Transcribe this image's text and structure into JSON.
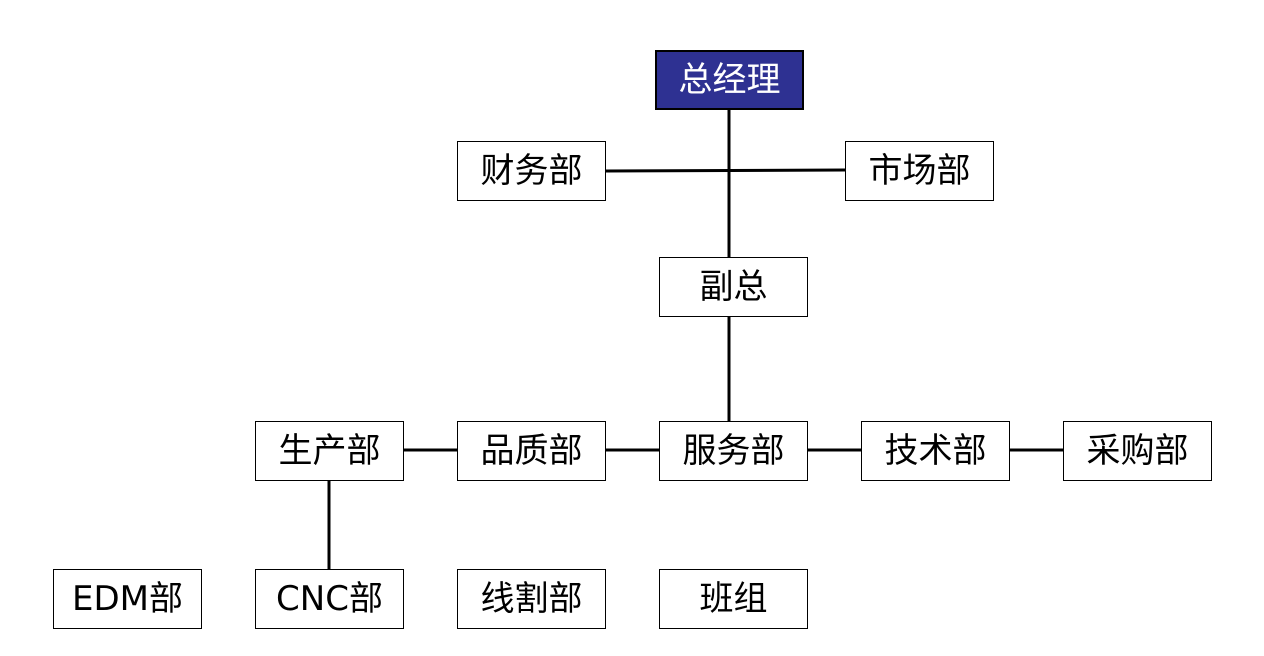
{
  "colors": {
    "root_fill": "#2e3192",
    "root_text": "#ffffff",
    "line": "#000000",
    "box_border": "#000000"
  },
  "nodes": {
    "general_manager": "总经理",
    "finance": "财务部",
    "marketing": "市场部",
    "deputy_gm": "副总",
    "production": "生产部",
    "quality": "品质部",
    "service": "服务部",
    "technology": "技术部",
    "purchasing": "采购部",
    "edm": "EDM部",
    "cnc": "CNC部",
    "wire_cutting": "线割部",
    "team": "班组"
  }
}
